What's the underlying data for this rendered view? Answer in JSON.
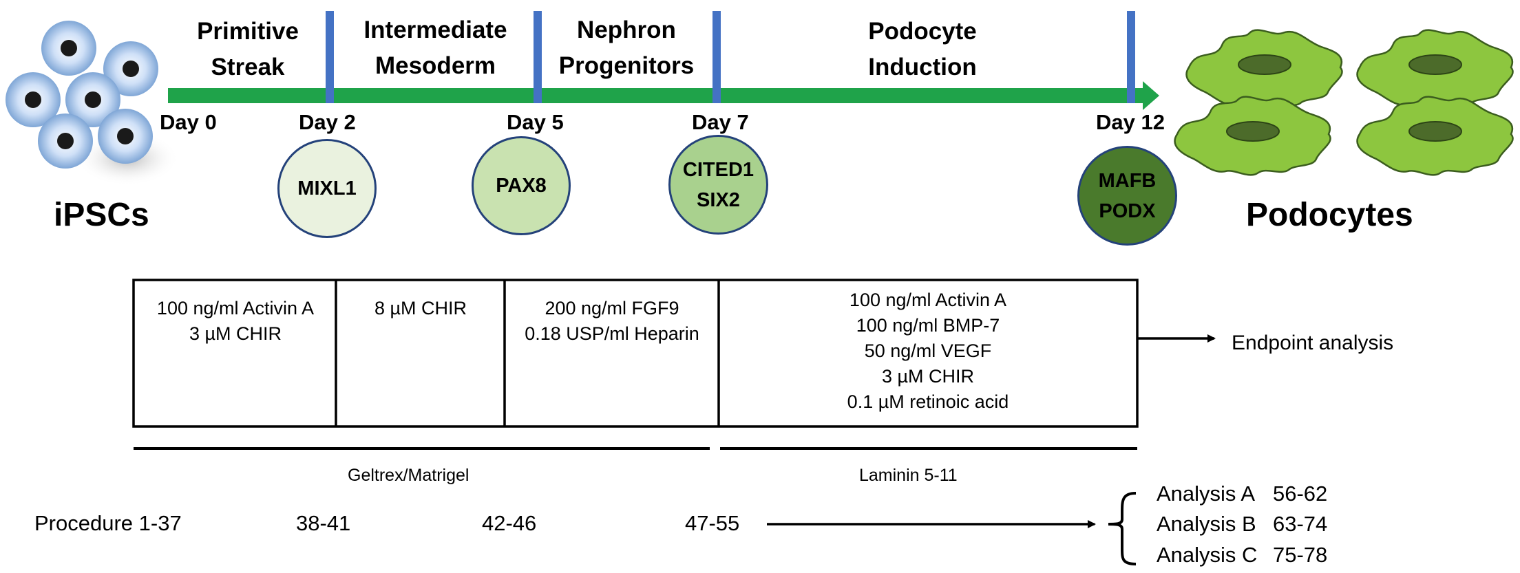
{
  "stages": [
    "Primitive\nStreak",
    "Intermediate\nMesoderm",
    "Nephron\nProgenitors",
    "Podocyte\nInduction"
  ],
  "days": [
    "Day 0",
    "Day 2",
    "Day 5",
    "Day 7",
    "Day 12"
  ],
  "markers": [
    "MIXL1",
    "PAX8",
    "CITED1\nSIX2",
    "MAFB\nPODX"
  ],
  "start_label": "iPSCs",
  "end_label": "Podocytes",
  "conditions": [
    "100 ng/ml Activin A\n3 µM CHIR",
    "8 µM CHIR",
    "200 ng/ml FGF9\n0.18 USP/ml Heparin",
    "100 ng/ml  Activin A\n100 ng/ml  BMP-7\n50 ng/ml  VEGF\n3 µM  CHIR\n0.1 µM retinoic acid"
  ],
  "endpoint": "Endpoint analysis",
  "substrates": [
    "Geltrex/Matrigel",
    "Laminin 5-11"
  ],
  "procedure": {
    "label": "Procedure 1-37",
    "steps": [
      "38-41",
      "42-46",
      "47-55"
    ]
  },
  "analyses": [
    {
      "name": "Analysis A",
      "range": "56-62"
    },
    {
      "name": "Analysis B",
      "range": "63-74"
    },
    {
      "name": "Analysis C",
      "range": "75-78"
    }
  ],
  "colors": {
    "timeline_arrow": "#1fa34a",
    "divider": "#4472c4",
    "cell_green": "#8dc63f",
    "marker_1": "#eaf2df",
    "marker_2": "#c9e2b0",
    "marker_3": "#a9d18e",
    "marker_4": "#4a7a2c"
  }
}
